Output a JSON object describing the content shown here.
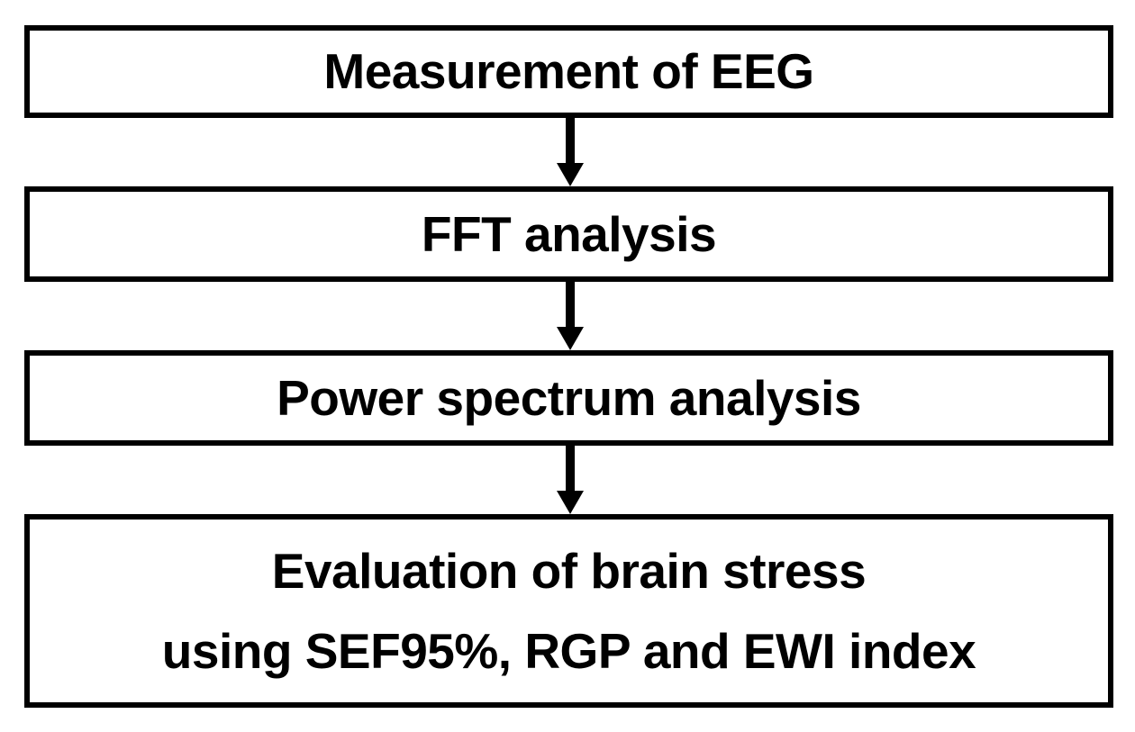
{
  "diagram": {
    "type": "flowchart",
    "orientation": "vertical-top-down",
    "background_color": "#ffffff",
    "border_color": "#000000",
    "text_color": "#000000",
    "nodes": [
      {
        "id": "node-1",
        "label": "Measurement of EEG",
        "lines": [
          "Measurement of EEG"
        ]
      },
      {
        "id": "node-2",
        "label": "FFT analysis",
        "lines": [
          "FFT analysis"
        ]
      },
      {
        "id": "node-3",
        "label": "Power spectrum analysis",
        "lines": [
          "Power spectrum analysis"
        ]
      },
      {
        "id": "node-4",
        "label": "Evaluation of brain stress using SEF95%, RGP and EWI index",
        "lines": [
          "Evaluation of brain stress",
          "using SEF95%, RGP and EWI index"
        ]
      }
    ],
    "connectors": [
      {
        "id": "connector-1",
        "from": "node-1",
        "to": "node-2",
        "glyph": "down-arrow"
      },
      {
        "id": "connector-2",
        "from": "node-2",
        "to": "node-3",
        "glyph": "down-arrow"
      },
      {
        "id": "connector-3",
        "from": "node-3",
        "to": "node-4",
        "glyph": "down-arrow"
      }
    ]
  }
}
